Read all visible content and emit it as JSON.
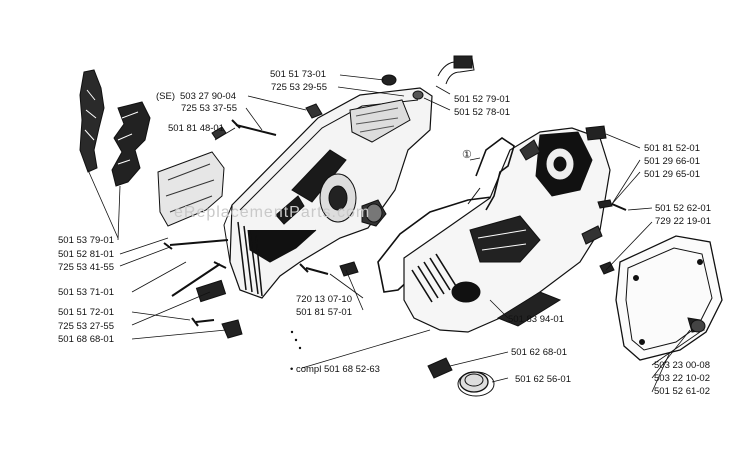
{
  "diagram": {
    "watermark": "eReplacementParts.com",
    "callout_symbol": "①",
    "labels": {
      "l_501517301": "501 51 73-01",
      "l_725532955": "725 53 29-55",
      "l_501527901": "501 52 79-01",
      "l_501527801": "501 52 78-01",
      "l_se": "(SE)",
      "l_503279004": "503 27 90-04",
      "l_725533755": "725 53 37-55",
      "l_501814801": "501 81 48-01",
      "l_501818501": "501 81 52-01",
      "l_501296601": "501 29 66-01",
      "l_501296501": "501 29 65-01",
      "l_501526201": "501 52 62-01",
      "l_729221901": "729 22 19-01",
      "l_501537901": "501 53 79-01",
      "l_501528101": "501 52 81-01",
      "l_725534155": "725 53 41-55",
      "l_501537101": "501 53 71-01",
      "l_720130710": "720 13 07-10",
      "l_501815701": "501 81 57-01",
      "l_501517201": "501 51 72-01",
      "l_725532755": "725 53 27-55",
      "l_501686801": "501 68 68-01",
      "l_501839401": "501 83 94-01",
      "l_501626801": "501 62 68-01",
      "l_501625601": "501 62 56-01",
      "l_503230008": "503 23 00-08",
      "l_503221002": "503 22 10-02",
      "l_501526102": "501 52 61-02",
      "l_compl": "• compl 501 68 52-63"
    }
  }
}
